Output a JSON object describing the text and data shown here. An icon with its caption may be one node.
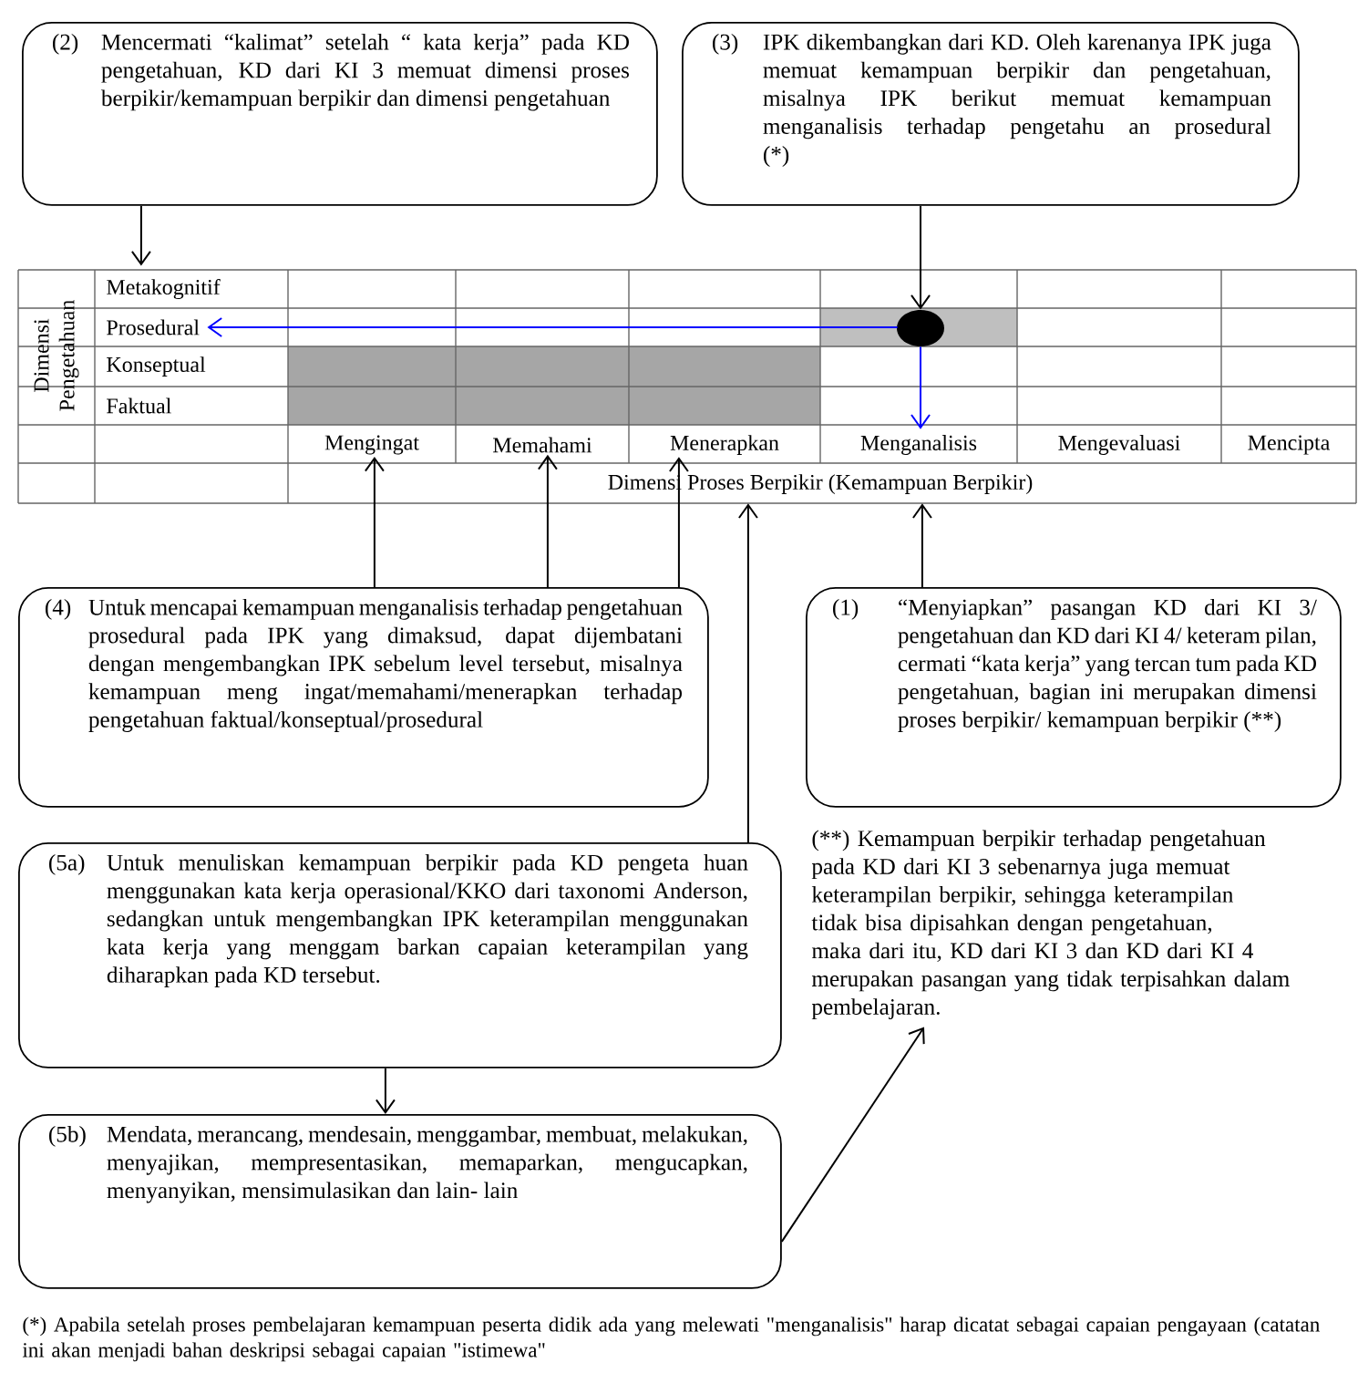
{
  "diagram": {
    "nodes": [
      {
        "text": [
          "(2)",
          "Mencermati “kalimat” setelah “ kata  kerja” pada KD pengetahuan, KD  dari KI 3 memuat dimensi proses  berpikir/kemampuan  berpikir  dan dimensi pengetahuan"
        ]
      },
      {
        "text": [
          "(3)",
          "IPK dikembangkan dari KD. Oleh karenanya IPK juga memuat kemampuan berpikir dan pengetahuan, misalnya IPK  berikut memuat kemampuan menganalisis terhadap pengetahu an prosedural (*)"
        ]
      },
      {
        "text": [
          "Dimensi Pengetahuan"
        ]
      },
      {
        "text": [
          "Metakognitif"
        ]
      },
      {
        "text": [
          "Prosedural"
        ]
      },
      {
        "text": [
          "Konseptual"
        ]
      },
      {
        "text": [
          "Faktual"
        ]
      },
      {
        "text": [],
        "shape": "circle"
      },
      {
        "text": [
          "Mengingat"
        ]
      },
      {
        "text": [
          "Memahami"
        ]
      },
      {
        "text": [
          "Menerapkan"
        ]
      },
      {
        "text": [
          "Menganalisis"
        ]
      },
      {
        "text": [
          "Mengevaluasi"
        ]
      },
      {
        "text": [
          "Mencipta"
        ]
      },
      {
        "text": [
          "Dimensi Proses Berpikir (Kemampuan Berpikir)"
        ]
      },
      {
        "text": [
          "(4)",
          "Untuk mencapai kemampuan menganalisis terhadap pengetahuan prosedural pada IPK yang dimaksud, dapat dijembatani dengan mengembangkan IPK sebelum level tersebut, misalnya kemampuan meng ingat/memahami/menerapkan terhadap pengetahuan faktual/konseptual/prosedural"
        ]
      },
      {
        "text": [
          "(1)",
          "“Menyiapkan” pasangan KD dari KI 3/ pengetahuan  dan KD dari KI 4/ keteram pilan, cermati “kata kerja” yang tercan tum pada KD pengetahuan, bagian ini merupakan dimensi proses berpikir/ kemampuan berpikir (**)"
        ]
      },
      {
        "text": [
          "(5a)",
          "Untuk menuliskan kemampuan berpikir  pada KD pengeta huan menggunakan kata kerja operasional/KKO dari taxonomi Anderson, sedangkan untuk mengembangkan IPK keterampilan menggunakan kata kerja yang menggam barkan capaian keterampilan yang diharapkan pada KD tersebut."
        ]
      },
      {
        "text": [
          "(**) Kemampuan berpikir terhadap pengetahuan pada KD dari KI 3 sebenarnya juga memuat keterampilan berpikir, sehingga keterampilan tidak bisa dipisahkan dengan pengetahuan, maka dari itu, KD dari KI 3 dan KD dari KI 4 merupakan pasangan yang tidak terpisahkan dalam pembelajaran."
        ]
      },
      {
        "text": [
          "(5b)",
          "Mendata, merancang, mendesain, menggambar, membuat, melakukan, menyajikan, mempresentasikan, memaparkan, mengucapkan, menyanyikan, mensimulasikan dan lain- lain"
        ]
      }
    ],
    "edges": [
      {
        "from": 0,
        "to": 3,
        "arrow": "to"
      },
      {
        "from": 1,
        "to": 7,
        "arrow": "to"
      },
      {
        "from": 7,
        "to": 4,
        "arrow": "to",
        "color": "#0000ff"
      },
      {
        "from": 7,
        "to": 11,
        "arrow": "to",
        "color": "#0000ff"
      },
      {
        "from": 15,
        "to": 8,
        "arrow": "to"
      },
      {
        "from": 15,
        "to": 9,
        "arrow": "to"
      },
      {
        "from": 15,
        "to": 10,
        "arrow": "to"
      },
      {
        "from": 17,
        "to": 14,
        "arrow": "to"
      },
      {
        "from": 16,
        "to": 14,
        "arrow": "to"
      },
      {
        "from": 17,
        "to": 19,
        "arrow": "to"
      },
      {
        "from": 19,
        "to": 18,
        "arrow": "to"
      }
    ],
    "labels": [
      "(*) Apabila setelah proses pembelajaran kemampuan peserta didik ada yang melewati \"menganalisis\"  harap dicatat sebagai capaian pengayaan (catatan ini akan menjadi bahan deskripsi sebagai capaian \"istimewa\""
    ]
  }
}
